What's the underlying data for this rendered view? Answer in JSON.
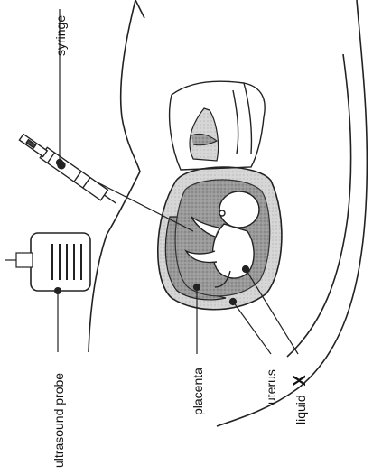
{
  "labels": {
    "syringe": "syringe",
    "ultrasound_probe": "ultrasound probe",
    "placenta": "placenta",
    "uterus": "uterus",
    "liquid": "liquid",
    "liquid_letter": "X"
  }
}
